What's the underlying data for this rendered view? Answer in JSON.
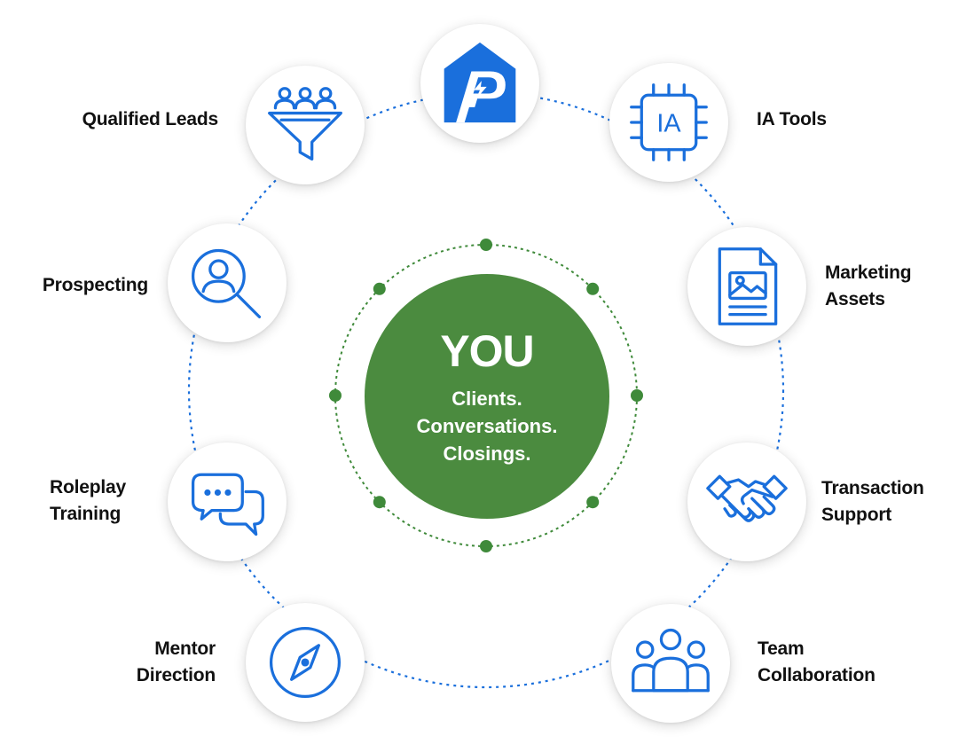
{
  "colors": {
    "accent_blue": "#1a6fdc",
    "center_green": "#4b8b3f",
    "dot_green": "#3f8a3a",
    "label_text": "#111111"
  },
  "center": {
    "title": "YOU",
    "line1": "Clients.",
    "line2": "Conversations.",
    "line3": "Closings."
  },
  "logo": {
    "icon": "house-lightning-logo-icon"
  },
  "nodes": [
    {
      "id": "qualified-leads",
      "label": "Qualified Leads",
      "icon": "funnel-people-icon"
    },
    {
      "id": "ia-tools",
      "label": "IA Tools",
      "icon": "chip-icon",
      "chip_text": "IA"
    },
    {
      "id": "prospecting",
      "label": "Prospecting",
      "icon": "person-search-icon"
    },
    {
      "id": "marketing-assets",
      "label": "Marketing\nAssets",
      "icon": "document-image-icon"
    },
    {
      "id": "roleplay-training",
      "label": "Roleplay\nTraining",
      "icon": "chat-bubbles-icon"
    },
    {
      "id": "transaction-support",
      "label": "Transaction\nSupport",
      "icon": "handshake-icon"
    },
    {
      "id": "mentor-direction",
      "label": "Mentor\nDirection",
      "icon": "compass-icon"
    },
    {
      "id": "team-collaboration",
      "label": "Team\nCollaboration",
      "icon": "team-icon"
    }
  ]
}
